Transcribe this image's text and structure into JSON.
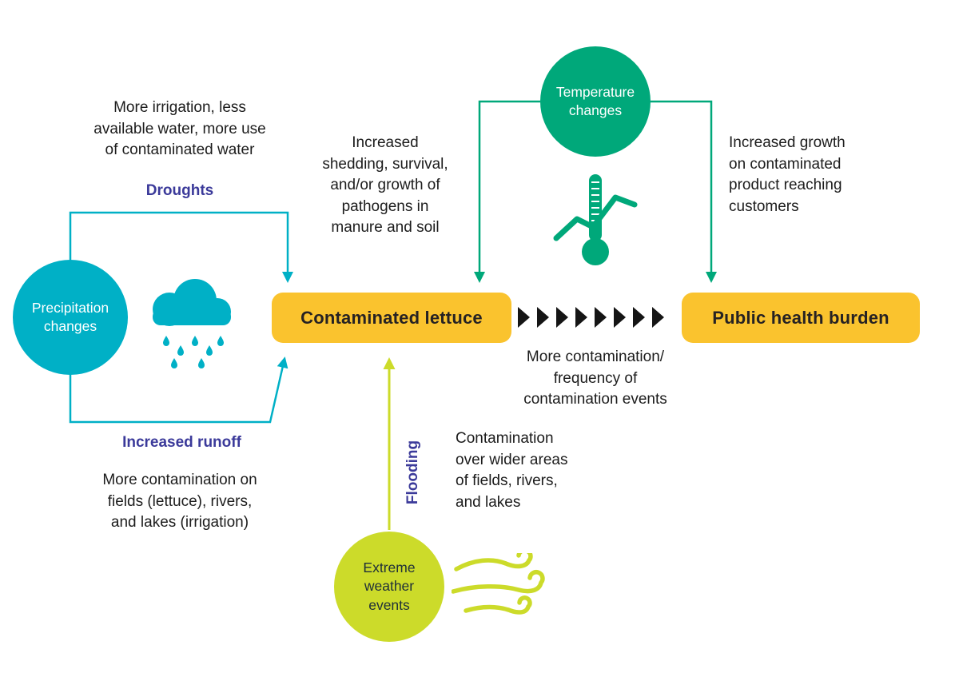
{
  "colors": {
    "teal": "#00b0c6",
    "green": "#00a87a",
    "lime": "#ccdb2a",
    "amber": "#fac32e",
    "indigo": "#3b3a9a",
    "text": "#1c1c1c",
    "background": "#ffffff"
  },
  "nodes": {
    "precipitation": {
      "label": "Precipitation\nchanges"
    },
    "temperature": {
      "label": "Temperature\nchanges"
    },
    "extreme_weather": {
      "label": "Extreme\nweather\nevents"
    },
    "contaminated_lettuce": {
      "label": "Contaminated lettuce"
    },
    "public_health_burden": {
      "label": "Public health burden"
    }
  },
  "edge_labels": {
    "droughts": "Droughts",
    "increased_runoff": "Increased runoff",
    "flooding": "Flooding"
  },
  "annotations": {
    "droughts_effect": "More irrigation, less\navailable water, more use\nof contaminated water",
    "pathogens_effect": "Increased\nshedding, survival,\nand/or growth of\npathogens in\nmanure and soil",
    "customer_growth_effect": "Increased growth\non contaminated\nproduct reaching\ncustomers",
    "contamination_frequency": "More contamination/\nfrequency of\ncontamination events",
    "runoff_effect": "More contamination on\nfields (lettuce), rivers,\nand lakes (irrigation)",
    "flooding_effect": "Contamination\nover wider areas\nof fields, rivers,\nand lakes"
  },
  "icons": {
    "rain_cloud": "rain-cloud-icon",
    "thermometer": "thermometer-trend-icon",
    "wind": "wind-gust-icon"
  },
  "flow": {
    "arrow_count": 8
  }
}
